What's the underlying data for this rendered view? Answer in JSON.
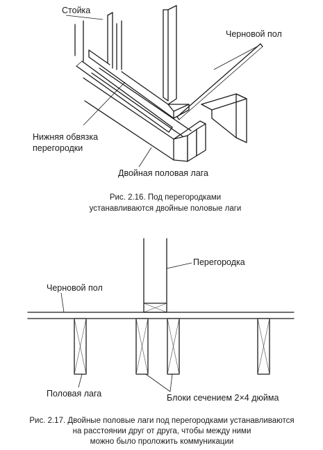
{
  "figure_1": {
    "labels": {
      "stud": "Стойка",
      "subfloor": "Черновой пол",
      "bottom_plate_line1": "Нижняя обвязка",
      "bottom_plate_line2": "перегородки",
      "double_joist": "Двойная половая лага"
    },
    "caption": {
      "line1": "Рис. 2.16. Под перегородками",
      "line2": "устанавливаются двойные половые лаги"
    }
  },
  "figure_2": {
    "labels": {
      "partition": "Перегородка",
      "subfloor": "Черновой пол",
      "floor_joist": "Половая лага",
      "blocks": "Блоки сечением 2×4 дюйма"
    },
    "caption": {
      "line1": "Рис. 2.17. Двойные половые лаги под перегородками устанавливаются",
      "line2": "на расстоянии друг от друга, чтобы между ними",
      "line3": "можно было проложить коммуникации"
    }
  }
}
